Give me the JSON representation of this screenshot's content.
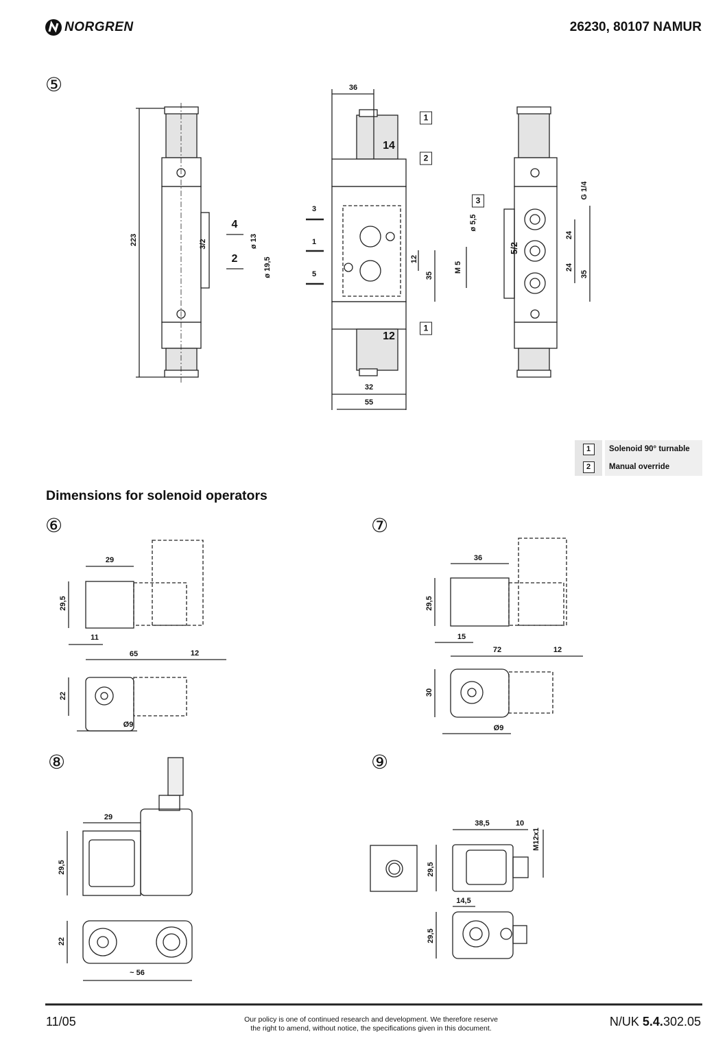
{
  "header": {
    "brand": "NORGREN",
    "title": "26230, 80107 NAMUR"
  },
  "figure5": {
    "number": "⑤",
    "left_view": {
      "height": "223",
      "port4": "4",
      "port2": "2",
      "dia13": "ø 13",
      "dia19": "ø 19,5",
      "function": "3/2"
    },
    "front_view": {
      "width36": "36",
      "width32": "32",
      "width55": "55",
      "coil14": "14",
      "coil12": "12",
      "port3": "3",
      "port1": "1",
      "port5": "5",
      "dim12": "12",
      "dim35": "35",
      "tag1a": "1",
      "tag2": "2",
      "tag1b": "1"
    },
    "right_view": {
      "tag3": "3",
      "dia55": "ø 5,5",
      "m5": "M 5",
      "function": "5/2",
      "thread": "G 1/4",
      "dim24a": "24",
      "dim24b": "24",
      "dim35": "35"
    }
  },
  "legend": [
    {
      "num": "1",
      "text": "Solenoid 90° turnable"
    },
    {
      "num": "2",
      "text": "Manual override"
    }
  ],
  "section_title": "Dimensions for solenoid operators",
  "figure6": {
    "number": "⑥",
    "w": "29",
    "h": "29,5",
    "off": "11",
    "len": "65",
    "ext": "12",
    "depth": "22",
    "dia": "Ø9"
  },
  "figure7": {
    "number": "⑦",
    "w": "36",
    "h": "29,5",
    "off": "15",
    "len": "72",
    "ext": "12",
    "depth": "30",
    "dia": "Ø9"
  },
  "figure8": {
    "number": "⑧",
    "w": "29",
    "h": "29,5",
    "depth": "22",
    "len": "~ 56"
  },
  "figure9": {
    "number": "⑨",
    "w": "38,5",
    "ext": "10",
    "thread": "M12x1",
    "h": "29,5",
    "off": "14,5",
    "depth": "29,5"
  },
  "footer": {
    "date": "11/05",
    "policy_line1": "Our policy is one of continued research and development. We therefore reserve",
    "policy_line2": "the right to amend, without notice, the specifications given in this document.",
    "code_prefix": "N/UK ",
    "code_bold": "5.4.",
    "code_suffix": "302.05"
  }
}
